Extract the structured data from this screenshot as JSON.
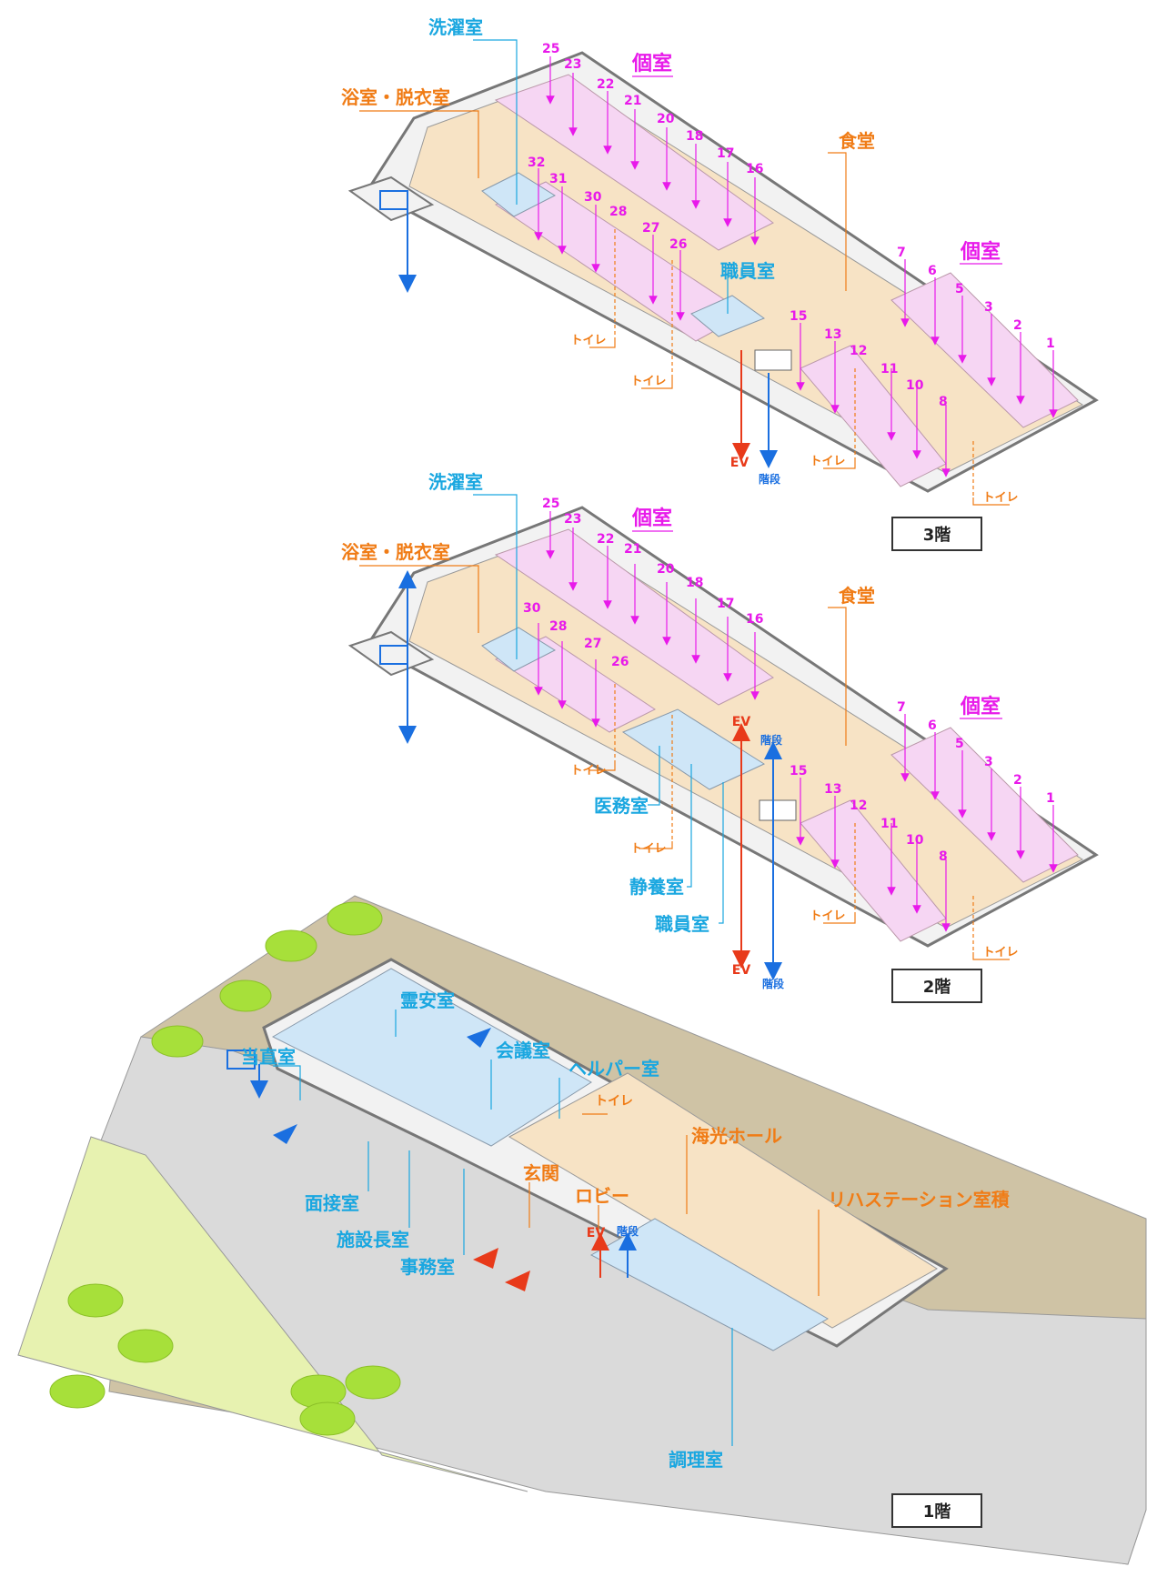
{
  "colors": {
    "magenta": "#e81aea",
    "orange": "#f07c16",
    "cyan": "#1aa7e0",
    "red": "#e83a1a",
    "blue": "#1a6fe0",
    "room_pink": "#f6d6f3",
    "corridor_beige": "#f7e3c5",
    "staff_blue": "#cfe6f7",
    "ground_tan": "#cfc3a5",
    "parking_grey": "#dadada",
    "lawn_green": "#e7f2b0",
    "tree_green": "#a7e03a"
  },
  "floor3": {
    "laundry": "洗濯室",
    "bath": "浴室・脱衣室",
    "private_a": "個室",
    "private_b": "個室",
    "dining": "食堂",
    "staff": "職員室",
    "toilet_a": "トイレ",
    "toilet_b": "トイレ",
    "toilet_c": "トイレ",
    "toilet_d": "トイレ",
    "ev": "EV",
    "stairs": "階段",
    "floor_label": "3階",
    "rooms_upper": [
      "25",
      "23",
      "22",
      "21",
      "20",
      "18",
      "17",
      "16"
    ],
    "rooms_lower": [
      "32",
      "31",
      "30",
      "28",
      "27",
      "26"
    ],
    "rooms_east_upper": [
      "7",
      "6",
      "5",
      "3",
      "2",
      "1"
    ],
    "rooms_east_lower": [
      "15",
      "13",
      "12",
      "11",
      "10",
      "8"
    ]
  },
  "floor2": {
    "laundry": "洗濯室",
    "bath": "浴室・脱衣室",
    "private_a": "個室",
    "private_b": "個室",
    "dining": "食堂",
    "medical": "医務室",
    "rest": "静養室",
    "staff": "職員室",
    "toilet_a": "トイレ",
    "toilet_b": "トイレ",
    "toilet_c": "トイレ",
    "toilet_d": "トイレ",
    "ev_top": "EV",
    "stairs_top": "階段",
    "ev": "EV",
    "stairs": "階段",
    "floor_label": "2階",
    "rooms_upper": [
      "25",
      "23",
      "22",
      "21",
      "20",
      "18",
      "17",
      "16"
    ],
    "rooms_lower": [
      "30",
      "28",
      "27",
      "26"
    ],
    "rooms_east_upper": [
      "7",
      "6",
      "5",
      "3",
      "2",
      "1"
    ],
    "rooms_east_lower": [
      "15",
      "13",
      "12",
      "11",
      "10",
      "8"
    ]
  },
  "floor1": {
    "mortuary": "霊安室",
    "night_duty": "当直室",
    "meeting": "会議室",
    "helper": "ヘルパー室",
    "toilet": "トイレ",
    "hall": "海光ホール",
    "rehab": "リハステーション室積",
    "entrance": "玄関",
    "lobby": "ロビー",
    "interview": "面接室",
    "director": "施設長室",
    "office": "事務室",
    "ev": "EV",
    "stairs": "階段",
    "kitchen": "調理室",
    "floor_label": "1階"
  }
}
